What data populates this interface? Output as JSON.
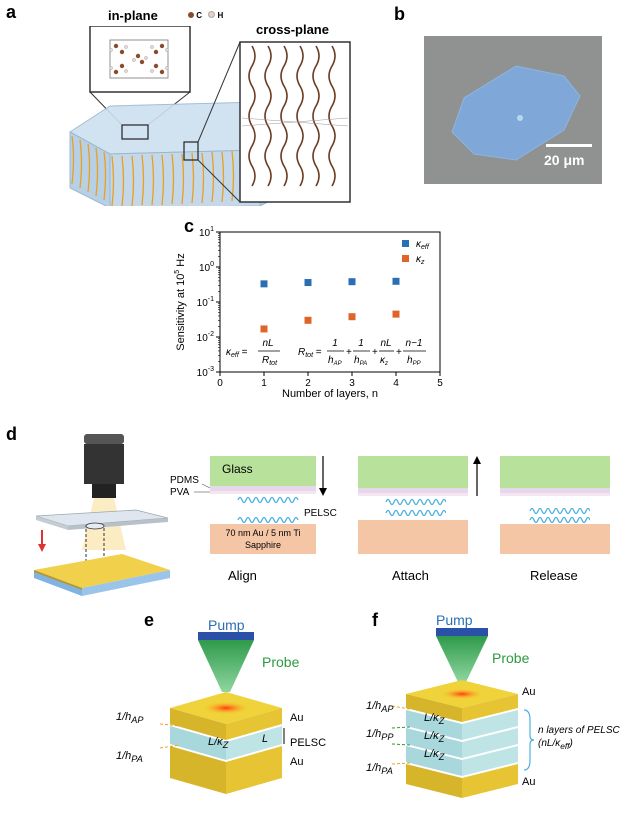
{
  "panels": {
    "a": {
      "label": "a",
      "in_plane": "in-plane",
      "cross_plane": "cross-plane",
      "legend_c": "C",
      "legend_h": "H"
    },
    "b": {
      "label": "b",
      "scale_bar": "20 μm"
    },
    "c": {
      "label": "c"
    },
    "d": {
      "label": "d",
      "glass": "Glass",
      "pdms": "PDMS",
      "pva": "PVA",
      "pelsc": "PELSC",
      "substrate_line1": "70 nm Au / 5 nm Ti",
      "substrate_line2": "Sapphire",
      "steps": [
        "Align",
        "Attach",
        "Release"
      ]
    },
    "e": {
      "label": "e",
      "pump": "Pump",
      "probe": "Probe",
      "au_top": "Au",
      "pelsc": "PELSC",
      "au_bottom": "Au",
      "h_ap": "1/h",
      "h_ap_sub": "AP",
      "h_pa": "1/h",
      "h_pa_sub": "PA",
      "l_kz": "L/κ",
      "l_kz_sub": "Z",
      "l": "L"
    },
    "f": {
      "label": "f",
      "pump": "Pump",
      "probe": "Probe",
      "au_top": "Au",
      "au_bottom": "Au",
      "h_ap": "1/h",
      "h_ap_sub": "AP",
      "h_pp": "1/h",
      "h_pp_sub": "PP",
      "h_pa": "1/h",
      "h_pa_sub": "PA",
      "l_kz": "L/κ",
      "l_kz_sub": "Z",
      "n_layers_line1": "n layers of PELSC",
      "n_layers_line2": "(nL/κ",
      "n_layers_line2_sub": "eff",
      "n_layers_line2_end": ")"
    }
  },
  "chart_data": {
    "type": "scatter",
    "xlabel": "Number of layers, n",
    "ylabel": "Sensitivity at 10",
    "ylabel_sup": "5",
    "ylabel_end": " Hz",
    "xlim": [
      0,
      5
    ],
    "ylim_log10": [
      -3,
      1
    ],
    "yscale": "log",
    "x_ticks": [
      "0",
      "1",
      "2",
      "3",
      "4",
      "5"
    ],
    "y_ticks": [
      {
        "base": "10",
        "exp": "1"
      },
      {
        "base": "10",
        "exp": "0"
      },
      {
        "base": "10",
        "exp": "-1"
      },
      {
        "base": "10",
        "exp": "-2"
      },
      {
        "base": "10",
        "exp": "-3"
      }
    ],
    "legend_position": "top-right",
    "series": [
      {
        "name": "κ",
        "name_sub": "eff",
        "color": "#2a6fb5",
        "x": [
          1,
          2,
          3,
          4
        ],
        "y": [
          0.33,
          0.36,
          0.38,
          0.39
        ]
      },
      {
        "name": "κ",
        "name_sub": "z",
        "color": "#e0642a",
        "x": [
          1,
          2,
          3,
          4
        ],
        "y": [
          0.017,
          0.03,
          0.038,
          0.045
        ]
      }
    ],
    "equation1": {
      "lhs": "κ",
      "lhs_sub": "eff",
      "num": "nL",
      "den": "R",
      "den_sub": "tot"
    },
    "equation2": {
      "lhs": "R",
      "lhs_sub": "tot",
      "t1_num": "1",
      "t1_den": "h",
      "t1_den_sub": "AP",
      "t2_num": "1",
      "t2_den": "h",
      "t2_den_sub": "PA",
      "t3_num": "nL",
      "t3_den": "κ",
      "t3_den_sub": "z",
      "t4_num": "n−1",
      "t4_den": "h",
      "t4_den_sub": "PP"
    }
  }
}
